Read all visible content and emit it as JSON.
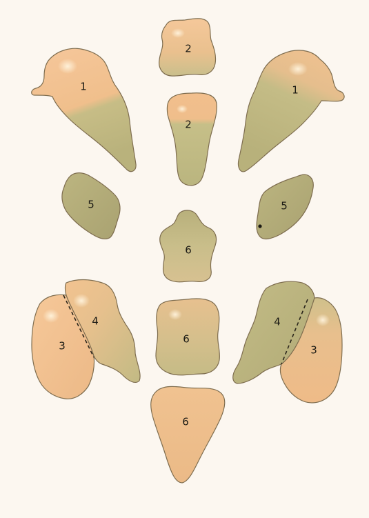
{
  "colors": {
    "background": "#fcf7f0",
    "piece_peach": "#f2c08e",
    "piece_olive": "#bfb985",
    "piece_outline": "#7e6d4f",
    "label_text": "#1b1a14"
  },
  "pieces": [
    {
      "id": "head-top",
      "label": "2"
    },
    {
      "id": "head-center",
      "label": "2"
    },
    {
      "id": "left-upper-back",
      "label": "1"
    },
    {
      "id": "right-upper-back",
      "label": "1"
    },
    {
      "id": "left-mid-side",
      "label": "5"
    },
    {
      "id": "right-mid-side",
      "label": "5"
    },
    {
      "id": "center-chest",
      "label": "6"
    },
    {
      "id": "left-outer-lower",
      "label": "3"
    },
    {
      "id": "left-inner-lower",
      "label": "4"
    },
    {
      "id": "right-inner-lower",
      "label": "4"
    },
    {
      "id": "right-outer-lower",
      "label": "3"
    },
    {
      "id": "center-belly",
      "label": "6"
    },
    {
      "id": "center-tail",
      "label": "6"
    }
  ]
}
